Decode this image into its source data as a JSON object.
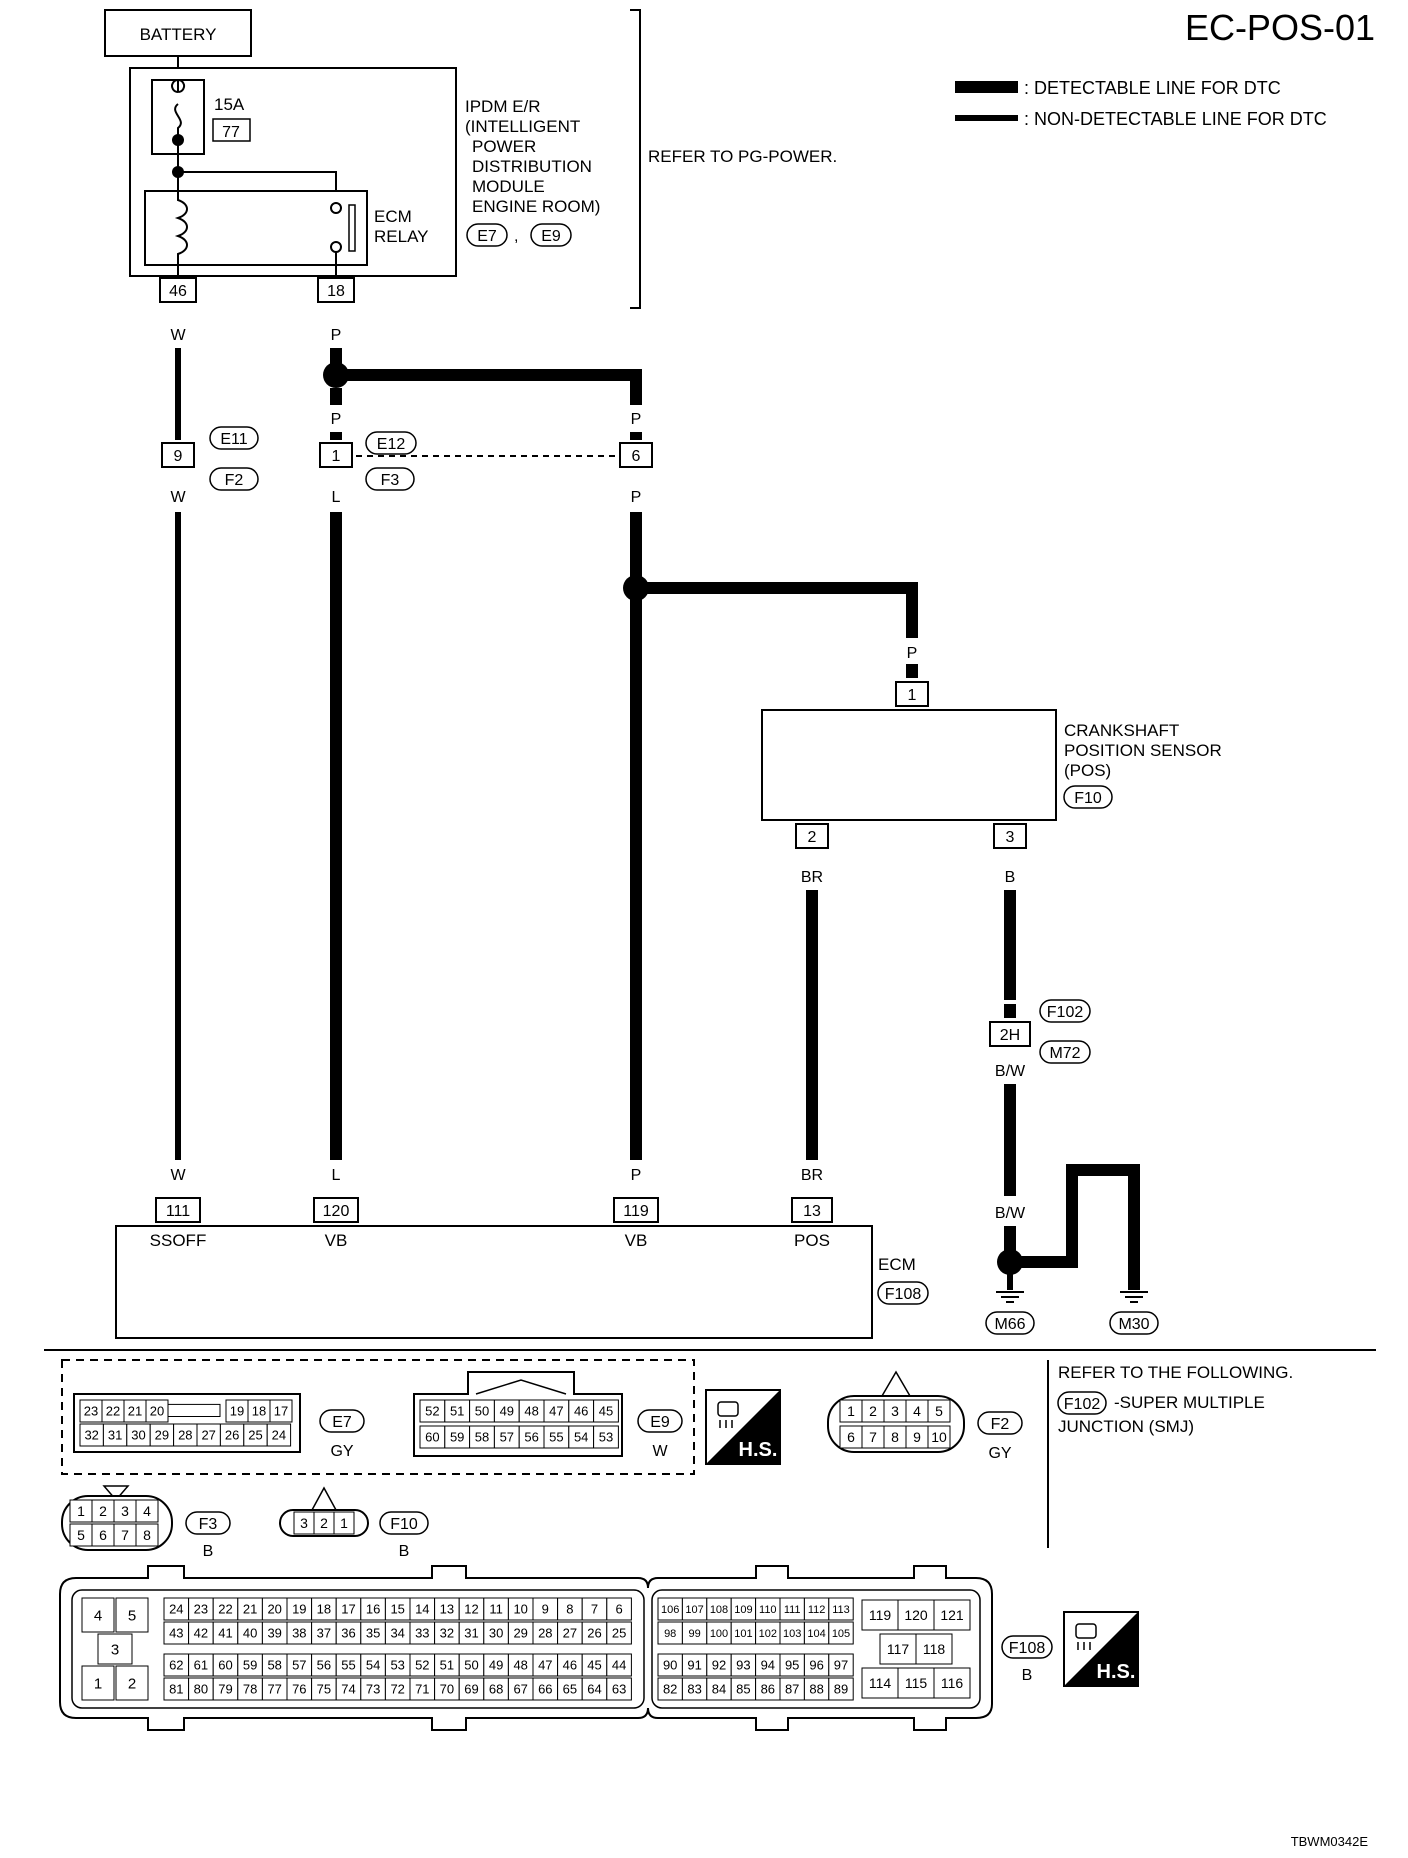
{
  "page_code": "EC-POS-01",
  "figure_code": "TBWM0342E",
  "legend": {
    "detectable": ": DETECTABLE LINE FOR DTC",
    "non_detectable": ": NON-DETECTABLE LINE FOR DTC"
  },
  "battery": "BATTERY",
  "fuse": {
    "rating": "15A",
    "number": "77"
  },
  "ipdm": {
    "lines": [
      "IPDM E/R",
      "(INTELLIGENT",
      "POWER",
      "DISTRIBUTION",
      "MODULE",
      "ENGINE ROOM)"
    ],
    "connectors": [
      "E7",
      "E9"
    ],
    "separator": ",",
    "terminals": [
      "46",
      "18"
    ]
  },
  "ecm_relay": [
    "ECM",
    "RELAY"
  ],
  "refer_pg": "REFER TO PG-POWER.",
  "wires": {
    "w": "W",
    "p": "P",
    "l": "L",
    "br": "BR",
    "b": "B",
    "bw": "B/W"
  },
  "junctions": {
    "e11_f2": {
      "pin": "9",
      "codes": [
        "E11",
        "F2"
      ]
    },
    "e12_f3": {
      "pins": [
        "1",
        "6"
      ],
      "codes": [
        "E12",
        "F3"
      ]
    },
    "f102_m72": {
      "pin": "2H",
      "codes": [
        "F102",
        "M72"
      ]
    }
  },
  "cks": {
    "lines": [
      "CRANKSHAFT",
      "POSITION SENSOR",
      "(POS)"
    ],
    "connector": "F10",
    "pins": [
      "1",
      "2",
      "3"
    ]
  },
  "ecm": {
    "name": "ECM",
    "connector": "F108",
    "terminals": [
      {
        "pin": "111",
        "label": "SSOFF"
      },
      {
        "pin": "120",
        "label": "VB"
      },
      {
        "pin": "119",
        "label": "VB"
      },
      {
        "pin": "13",
        "label": "POS"
      }
    ]
  },
  "grounds": [
    "M66",
    "M30"
  ],
  "refer_following": {
    "title": "REFER TO THE FOLLOWING.",
    "code": "F102",
    "desc1": "-SUPER MULTIPLE",
    "desc2": "JUNCTION (SMJ)"
  },
  "hs_label": "H.S.",
  "connector_views": {
    "e7": {
      "code": "E7",
      "color": "GY",
      "top": [
        "23",
        "22",
        "21",
        "20",
        "",
        "19",
        "18",
        "17"
      ],
      "bottom": [
        "32",
        "31",
        "30",
        "29",
        "28",
        "27",
        "26",
        "25",
        "24"
      ]
    },
    "e9": {
      "code": "E9",
      "color": "W",
      "top": [
        "52",
        "51",
        "50",
        "49",
        "48",
        "47",
        "46",
        "45"
      ],
      "bottom": [
        "60",
        "59",
        "58",
        "57",
        "56",
        "55",
        "54",
        "53"
      ]
    },
    "f2": {
      "code": "F2",
      "color": "GY",
      "top": [
        "1",
        "2",
        "3",
        "4",
        "5"
      ],
      "bottom": [
        "6",
        "7",
        "8",
        "9",
        "10"
      ]
    },
    "f3": {
      "code": "F3",
      "color": "B",
      "top": [
        "1",
        "2",
        "3",
        "4"
      ],
      "bottom": [
        "5",
        "6",
        "7",
        "8"
      ]
    },
    "f10": {
      "code": "F10",
      "color": "B",
      "pins": [
        "3",
        "2",
        "1"
      ]
    },
    "f108": {
      "code": "F108",
      "color": "B",
      "left": [
        "4",
        "5",
        "3",
        "1",
        "2"
      ],
      "g1r1": [
        "24",
        "23",
        "22",
        "21",
        "20",
        "19",
        "18",
        "17",
        "16",
        "15",
        "14",
        "13",
        "12",
        "11",
        "10",
        "9",
        "8",
        "7",
        "6"
      ],
      "g1r2": [
        "43",
        "42",
        "41",
        "40",
        "39",
        "38",
        "37",
        "36",
        "35",
        "34",
        "33",
        "32",
        "31",
        "30",
        "29",
        "28",
        "27",
        "26",
        "25"
      ],
      "g1r3": [
        "62",
        "61",
        "60",
        "59",
        "58",
        "57",
        "56",
        "55",
        "54",
        "53",
        "52",
        "51",
        "50",
        "49",
        "48",
        "47",
        "46",
        "45",
        "44"
      ],
      "g1r4": [
        "81",
        "80",
        "79",
        "78",
        "77",
        "76",
        "75",
        "74",
        "73",
        "72",
        "71",
        "70",
        "69",
        "68",
        "67",
        "66",
        "65",
        "64",
        "63"
      ],
      "g2r1": [
        "106",
        "107",
        "108",
        "109",
        "110",
        "111",
        "112",
        "113"
      ],
      "g2r2": [
        "98",
        "99",
        "100",
        "101",
        "102",
        "103",
        "104",
        "105"
      ],
      "g2r3": [
        "90",
        "91",
        "92",
        "93",
        "94",
        "95",
        "96",
        "97"
      ],
      "g2r4": [
        "82",
        "83",
        "84",
        "85",
        "86",
        "87",
        "88",
        "89"
      ],
      "right_top": [
        "119",
        "120",
        "121"
      ],
      "right_mid": [
        "117",
        "118"
      ],
      "right_bot": [
        "114",
        "115",
        "116"
      ]
    }
  }
}
